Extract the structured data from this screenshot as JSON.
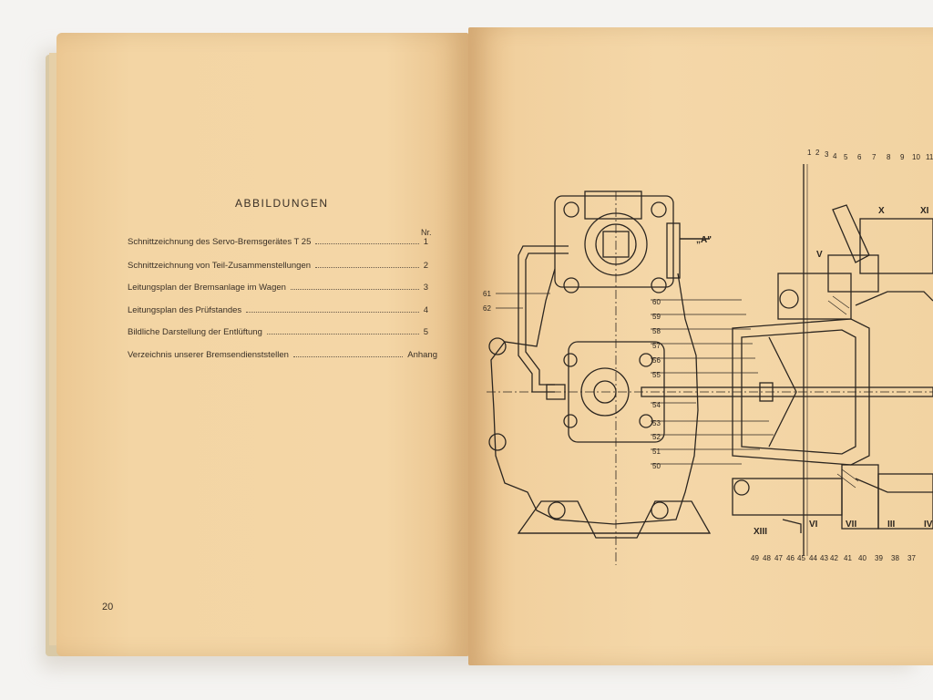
{
  "left_page": {
    "title": "ABBILDUNGEN",
    "nr_header": "Nr.",
    "entries": [
      {
        "label": "Schnittzeichnung des Servo-Bremsgerätes T 25",
        "number": "1"
      },
      {
        "label": "Schnittzeichnung von Teil-Zusammenstellungen",
        "number": "2"
      },
      {
        "label": "Leitungsplan der Bremsanlage im Wagen",
        "number": "3"
      },
      {
        "label": "Leitungsplan des Prüfstandes",
        "number": "4"
      },
      {
        "label": "Bildliche Darstellung der Entlüftung",
        "number": "5"
      },
      {
        "label": "Verzeichnis unserer Bremsendienststellen",
        "number": "Anhang"
      }
    ],
    "page_number": "20"
  },
  "right_page": {
    "view_label": "„A\"",
    "left_callouts": [
      "61",
      "62"
    ],
    "center_callouts": [
      "60",
      "59",
      "58",
      "57",
      "56",
      "55",
      "54",
      "53",
      "52",
      "51",
      "50"
    ],
    "top_callouts": [
      "1",
      "2",
      "3",
      "4",
      "5",
      "6",
      "7",
      "8",
      "9",
      "10",
      "11"
    ],
    "bottom_callouts": [
      "49",
      "48",
      "47",
      "46",
      "45",
      "44",
      "43",
      "42",
      "41",
      "40",
      "39",
      "38",
      "37"
    ],
    "roman_labels": [
      "X",
      "XI",
      "V",
      "XIII",
      "VI",
      "VII",
      "III",
      "IV"
    ]
  }
}
